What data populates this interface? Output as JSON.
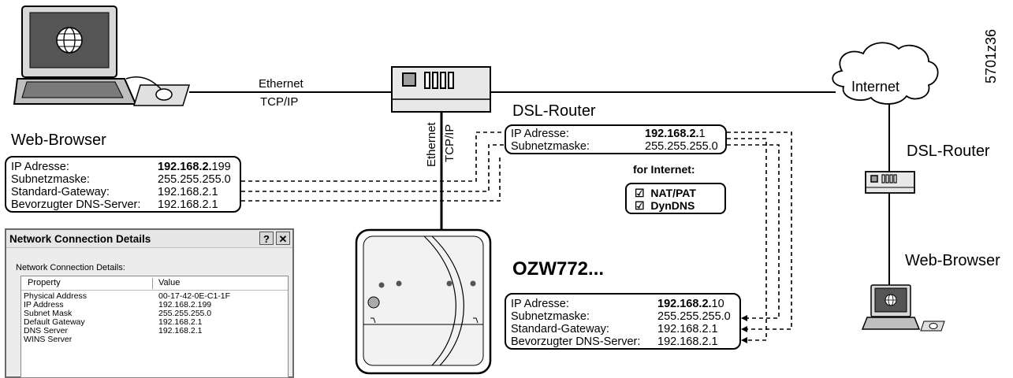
{
  "figure_id": "5701z36",
  "pc_section": {
    "eth_label": "Ethernet",
    "tcp_label": "TCP/IP",
    "caption": "Web-Browser",
    "config": [
      {
        "key": "IP Adresse:",
        "val_bold": "192.168.2.",
        "val_rest": "199"
      },
      {
        "key": "Subnetzmaske:",
        "val_bold": "",
        "val_rest": "255.255.255.0"
      },
      {
        "key": "Standard-Gateway:",
        "val_bold": "",
        "val_rest": "192.168.2.1"
      },
      {
        "key": "Bevorzugter DNS-Server:",
        "val_bold": "",
        "val_rest": "192.168.2.1"
      }
    ]
  },
  "router_section": {
    "caption": "DSL-Router",
    "vert_eth": "Ethernet",
    "vert_tcp": "TCP/IP",
    "config": [
      {
        "key": "IP Adresse:",
        "val_bold": "192.168.2.",
        "val_rest": "1"
      },
      {
        "key": "Subnetzmaske:",
        "val_bold": "",
        "val_rest": "255.255.255.0"
      }
    ],
    "internet_heading": "for Internet:",
    "features": [
      "NAT/PAT",
      "DynDNS"
    ],
    "checkbox_glyph": "☑"
  },
  "internet": {
    "label": "Internet"
  },
  "remote": {
    "router_caption": "DSL-Router",
    "browser_caption": "Web-Browser"
  },
  "device": {
    "caption": "OZW772...",
    "config": [
      {
        "key": "IP Adresse:",
        "val_bold": "192.168.2.",
        "val_rest": "10"
      },
      {
        "key": "Subnetzmaske:",
        "val_bold": "",
        "val_rest": "255.255.255.0"
      },
      {
        "key": "Standard-Gateway:",
        "val_bold": "",
        "val_rest": "192.168.2.1"
      },
      {
        "key": "Bevorzugter DNS-Server:",
        "val_bold": "",
        "val_rest": "192.168.2.1"
      }
    ]
  },
  "dialog": {
    "title": "Network Connection Details",
    "help_btn": "?",
    "close_btn": "✕",
    "inner_label": "Network Connection Details:",
    "col_property": "Property",
    "col_value": "Value",
    "rows": [
      {
        "property": "Physical Address",
        "value": "00-17-42-0E-C1-1F"
      },
      {
        "property": "IP Address",
        "value": "192.168.2.199"
      },
      {
        "property": "Subnet Mask",
        "value": "255.255.255.0"
      },
      {
        "property": "Default Gateway",
        "value": "192.168.2.1"
      },
      {
        "property": "DNS Server",
        "value": "192.168.2.1"
      },
      {
        "property": "WINS Server",
        "value": ""
      }
    ]
  }
}
